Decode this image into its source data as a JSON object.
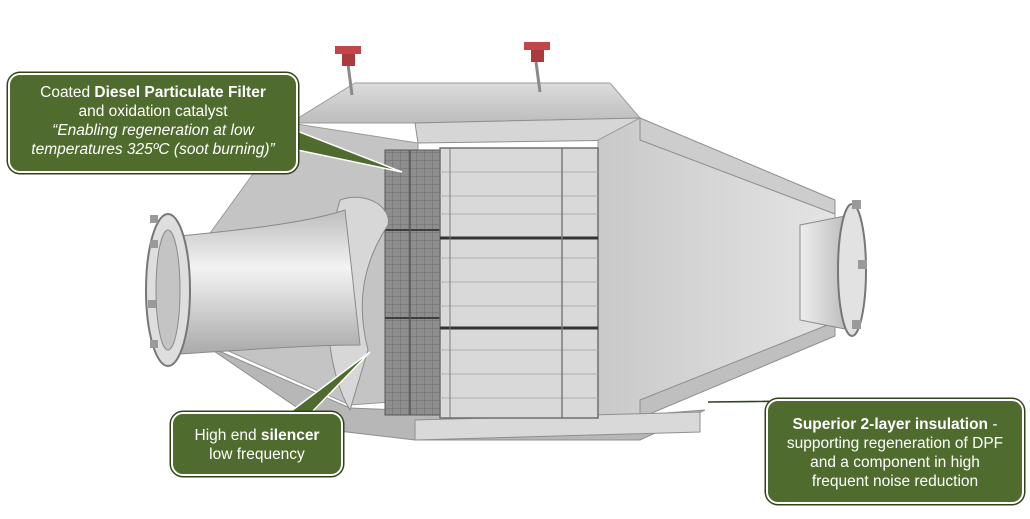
{
  "callouts": {
    "dpf": {
      "line1_prefix": "Coated ",
      "line1_bold": "Diesel Particulate Filter",
      "line2": "and oxidation catalyst",
      "line3": "“Enabling regeneration at low",
      "line4": "temperatures 325ºC (soot burning)”"
    },
    "silencer": {
      "line1_prefix": "High end ",
      "line1_bold": "silencer",
      "line2": "low frequency"
    },
    "insulation": {
      "line1_bold": "Superior 2-layer insulation",
      "line1_suffix": " -",
      "line2": "supporting regeneration of DPF",
      "line3": "and a component in high",
      "line4": "frequent noise reduction"
    }
  },
  "colors": {
    "callout_fill": "#4f6b2d",
    "valve_red": "#c0464a",
    "housing_gray": "#cfcfcf"
  }
}
